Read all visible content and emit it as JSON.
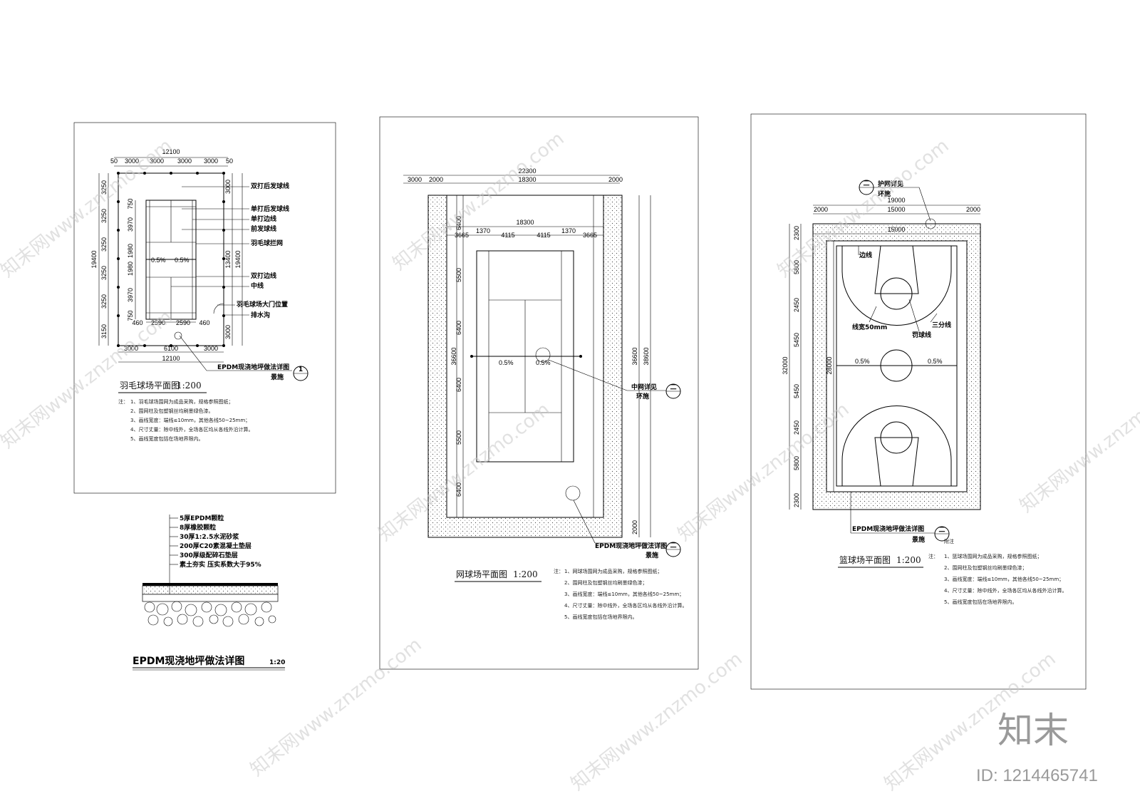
{
  "badminton": {
    "top_dims": [
      "50",
      "3000",
      "3000",
      "3000",
      "3000",
      "50"
    ],
    "top_total": "12100",
    "left_dims": [
      "3250",
      "3250",
      "3250",
      "3250",
      "3250",
      "3150"
    ],
    "left_total": "19400",
    "right_dims": [
      "3000",
      "13400",
      "3000"
    ],
    "right_total": "19400",
    "inner_dims": [
      "750",
      "3970",
      "1980",
      "1980",
      "3970",
      "750"
    ],
    "bottom_inner": [
      "460",
      "2590",
      "2590",
      "460"
    ],
    "bottom_dims": [
      "3000",
      "6100",
      "3000"
    ],
    "bottom_total": "12100",
    "slope": [
      "0.5%",
      "0.5%"
    ],
    "labels": [
      "双打后发球线",
      "单打后发球线",
      "单打边线",
      "前发球线",
      "羽毛球拦网",
      "双打边线",
      "中线",
      "羽毛球场大门位置",
      "排水沟"
    ],
    "callout": "EPDM现浇地坪做法详图",
    "callout_sub": "景施",
    "callout_num": "1",
    "title": "羽毛球场平面图",
    "scale": "1:200",
    "notes_label": "注：",
    "notes": [
      "1、羽毛球场围网为成品采购，规格参照图纸；",
      "2、围网柱及包塑钢丝均刷墨绿色漆。",
      "3、画线宽度：端线≤10mm，其他各线50~25mm；",
      "4、尺寸丈量：除中线外，全场各区均从各线外沿计算。",
      "5、画线宽度包括在场地界限内。"
    ]
  },
  "epdm": {
    "layers": [
      "5厚EPDM颗粒",
      "8厚橡胶颗粒",
      "30厚1:2.5水泥砂浆",
      "200厚C20素混凝土垫层",
      "300厚级配碎石垫层",
      "素土夯实 压实系数大于95%"
    ],
    "title": "EPDM现浇地坪做法详图",
    "scale": "1:20"
  },
  "tennis": {
    "top_dims": [
      "3000",
      "2000",
      "18300",
      "2000"
    ],
    "top_total": "22300",
    "inner_top": "18300",
    "inner_dims": [
      "3665",
      "1370",
      "4115",
      "4115",
      "1370",
      "3665"
    ],
    "left_dims": [
      "6400",
      "5500",
      "6400",
      "6400",
      "5500",
      "6400"
    ],
    "left_total": "36600",
    "right_total": "38600",
    "right_bottom": "2000",
    "slope": [
      "0.5%",
      "0.5%"
    ],
    "net_callout": "中网详见",
    "net_callout_sub": "环施",
    "net_callout_num": "二",
    "callout": "EPDM现浇地坪做法详图",
    "callout_sub": "景施",
    "callout_num": "二",
    "title": "网球场平面图",
    "scale": "1:200",
    "notes_label": "注：",
    "notes": [
      "1、网球场围网为成品采购，规格参照图纸；",
      "2、围网柱及包塑钢丝均刷墨绿色漆；",
      "3、画线宽度：端线≤10mm，其他各线50~25mm；",
      "4、尺寸丈量：除中线外，全场各区均从各线外沿计算。",
      "5、画线宽度包括在场地界限内。"
    ]
  },
  "basketball": {
    "net_callout": "护网详见",
    "net_callout_sub": "环施",
    "net_callout_num": "二",
    "top_total": "19000",
    "top_dims": [
      "2000",
      "15000",
      "2000"
    ],
    "inner_top": "15000",
    "left_dims": [
      "2300",
      "5800",
      "2450",
      "5450",
      "5450",
      "2450",
      "5800",
      "2300"
    ],
    "left_total": "32000",
    "inner_left": "28000",
    "slope": [
      "0.5%",
      "0.5%"
    ],
    "labels": [
      "边线",
      "线宽50mm",
      "罚球线",
      "三分线"
    ],
    "callout": "EPDM现浇地坪做法详图",
    "callout_sub": "景施",
    "callout_num": "二",
    "title": "篮球场平面图",
    "scale": "1:200",
    "notes_label": "注：",
    "notes_head": "附注",
    "notes": [
      "1、篮球场围网为成品采购，规格参照图纸；",
      "2、围网柱及包塑钢丝均刷墨绿色漆；",
      "3、画线宽度：端线≤10mm，其他各线50~25mm；",
      "4、尺寸丈量：除中线外，全场各区均从各线外沿计算。",
      "5、画线宽度包括在场地界限内。"
    ]
  },
  "watermark": {
    "text": "知末网www.znzmo.com",
    "brand": "知末",
    "id": "ID: 1214465741"
  }
}
